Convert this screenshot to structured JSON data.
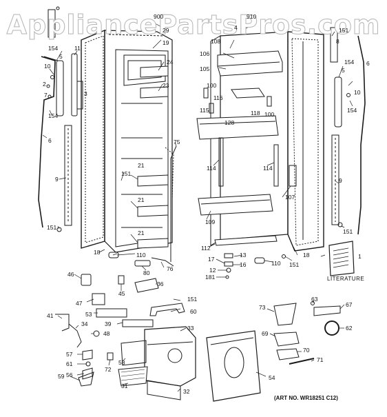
{
  "watermark": "AppliancePartsPros.com",
  "literature_label": "LITERATURE",
  "art_number": "(ART NO. WR18251 C12)",
  "callouts": {
    "c900": "900",
    "c910": "910",
    "c29": "29",
    "c19": "19",
    "c24": "24",
    "c23": "23",
    "c154a": "154",
    "c5a": "5",
    "c11": "11",
    "c10a": "10",
    "c2": "2",
    "c7": "7",
    "c3": "3",
    "c154b": "154",
    "c6a": "6",
    "c9a": "9",
    "c151a": "151",
    "c75": "75",
    "c151b": "151",
    "c21a": "21",
    "c21b": "21",
    "c21c": "21",
    "c18a": "18",
    "c110a": "110",
    "c80": "80",
    "c76": "76",
    "c4": "4",
    "c108": "108",
    "c106": "106",
    "c105": "105",
    "c100a": "100",
    "c116": "116",
    "c115": "115",
    "c118": "118",
    "c100b": "100",
    "c128": "128",
    "c114a": "114",
    "c114b": "114",
    "c107": "107",
    "c109": "109",
    "c112": "112",
    "c13": "13",
    "c17": "17",
    "c16": "16",
    "c12": "12",
    "c181": "181",
    "c110b": "110",
    "c151c": "151",
    "c18b": "18",
    "c1": "1",
    "c151d": "151",
    "c8": "8",
    "c5b": "5",
    "c154c": "154",
    "c10b": "10",
    "c154d": "154",
    "c6b": "6",
    "c9b": "9",
    "c151e": "151",
    "c46": "46",
    "c45": "45",
    "c36": "36",
    "c47": "47",
    "c151f": "151",
    "c53": "53",
    "c60": "60",
    "c41": "41",
    "c39": "39",
    "c34": "34",
    "c48": "48",
    "c33": "33",
    "c57": "57",
    "c61": "61",
    "c56": "56",
    "c59": "59",
    "c58": "58",
    "c72": "72",
    "c31": "31",
    "c32": "32",
    "c54": "54",
    "c73": "73",
    "c63": "63",
    "c67": "67",
    "c62": "62",
    "c69": "69",
    "c70": "70",
    "c71": "71"
  }
}
